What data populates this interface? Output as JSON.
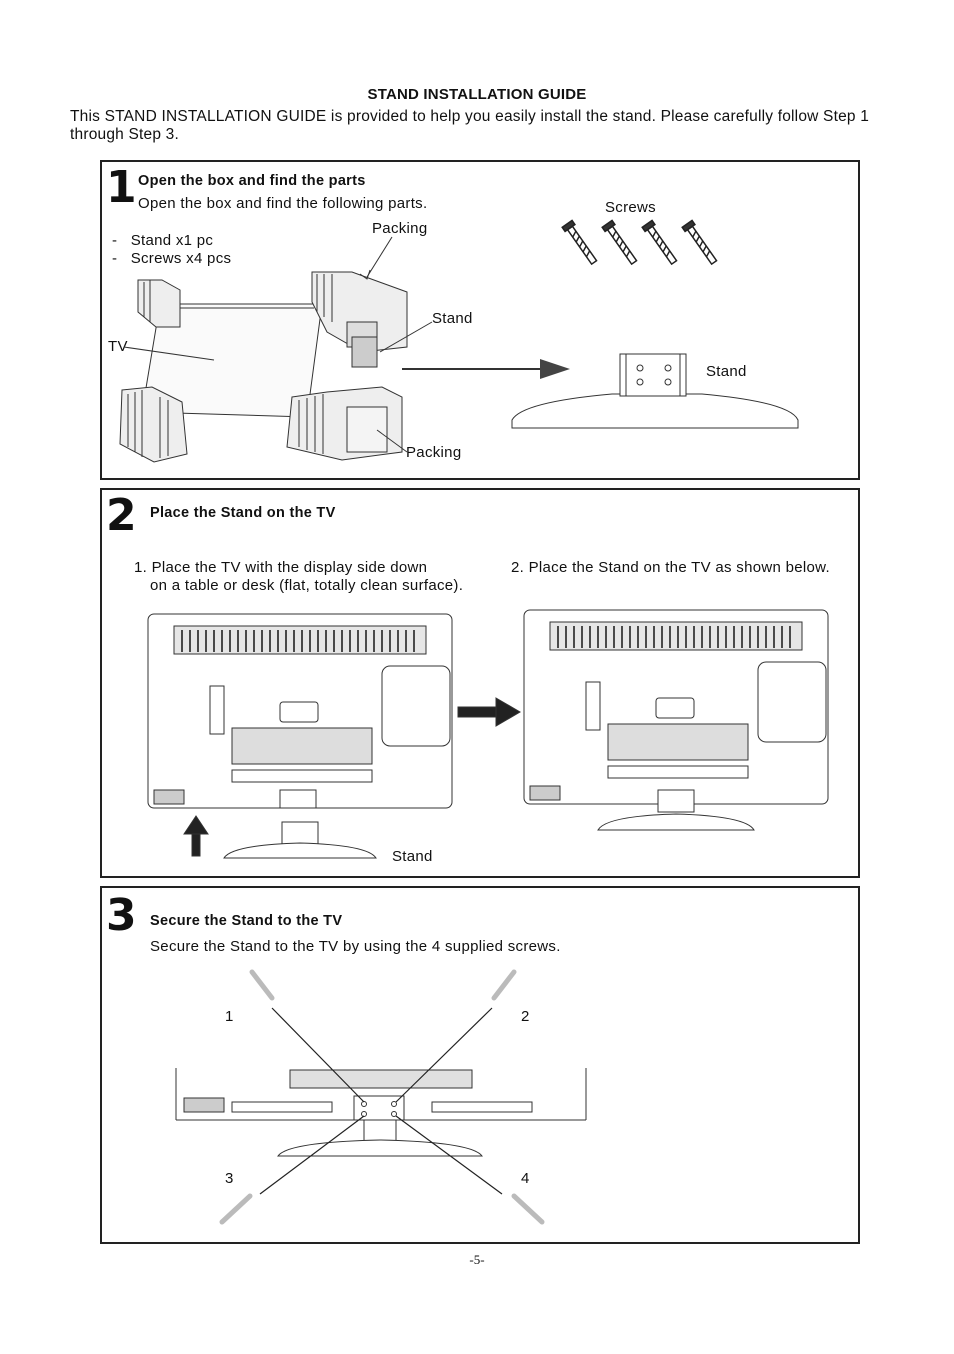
{
  "title": "STAND INSTALLATION GUIDE",
  "intro": "This STAND INSTALLATION GUIDE is provided to help you easily install the stand. Please carefully follow Step 1 through Step 3.",
  "step1": {
    "number": "1",
    "heading": "Open the box and find the parts",
    "text": "Open the box and find the following parts.",
    "parts": [
      "-   Stand x1 pc",
      "-   Screws x4 pcs"
    ],
    "labels": {
      "packing_top": "Packing",
      "packing_bottom": "Packing",
      "stand_in_box": "Stand",
      "tv": "TV",
      "screws": "Screws",
      "stand": "Stand"
    }
  },
  "step2": {
    "number": "2",
    "heading": "Place the Stand on the TV",
    "instr1_line1": "1. Place the TV with the display side down",
    "instr1_line2": "on a table or desk (flat, totally clean surface).",
    "instr2": "2. Place the Stand on the TV as shown below.",
    "stand_label": "Stand"
  },
  "step3": {
    "number": "3",
    "heading": "Secure the Stand to the TV",
    "text": "Secure the Stand to the TV by using the 4 supplied screws.",
    "screw_labels": [
      "1",
      "2",
      "3",
      "4"
    ]
  },
  "page_number": "-5-"
}
